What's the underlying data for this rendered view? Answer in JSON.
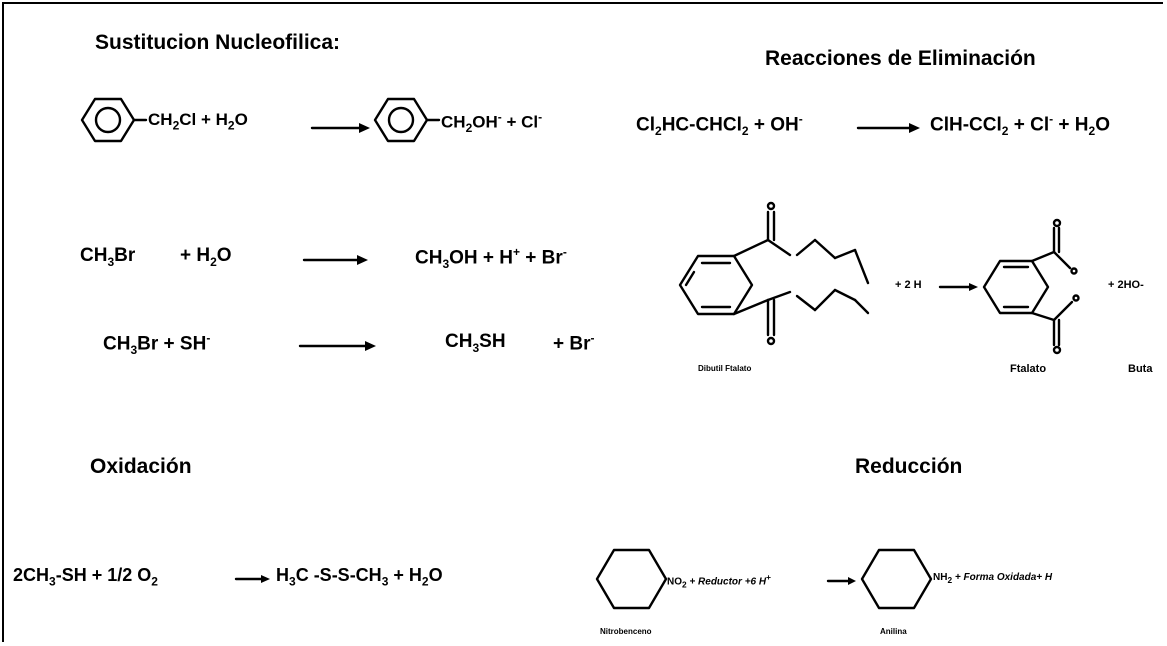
{
  "sections": {
    "sustitucion": "Sustitucion Nucleofilica:",
    "eliminacion": "Reacciones de Eliminación",
    "oxidacion": "Oxidación",
    "reduccion": "Reducción"
  },
  "sustitucion_eqs": {
    "r1": {
      "left_a": "CH",
      "left_a_sub": "2",
      "left_b": "Cl + H",
      "left_b_sub": "2",
      "left_c": "O",
      "prod_a": "CH",
      "prod_a_sub": "2",
      "prod_b": "OH",
      "prod_b_sup": "-",
      "prod_c": " + Cl",
      "prod_c_sup": "-"
    },
    "r2": {
      "a": "CH",
      "a_sub": "3",
      "b": "Br",
      "c": "+ H",
      "c_sub": "2",
      "d": "O",
      "e": "CH",
      "e_sub": "3",
      "f": "OH + H",
      "f_sup": "+",
      "g": " + Br",
      "g_sup": "-"
    },
    "r3": {
      "a": "CH",
      "a_sub": "3",
      "b": "Br + SH",
      "b_sup": "-",
      "c": "CH",
      "c_sub": "3",
      "d": "SH",
      "e": "+ Br",
      "e_sup": "-"
    }
  },
  "eliminacion_eqs": {
    "r1": {
      "a": "Cl",
      "a_sub": "2",
      "b": "HC-CHCl",
      "b_sub": "2",
      "c": " + OH",
      "c_sup": "-",
      "d": "ClH-CCl",
      "d_sub": "2",
      "e": " + Cl",
      "e_sup": "-",
      "f": " + H",
      "f_sub": "2",
      "g": "O"
    },
    "r2": {
      "reagent": "+ 2 H",
      "coproduct": "+ 2HO-",
      "label_reactant": "Dibutil Ftalato",
      "label_product": "Ftalato",
      "label_coproduct": "Buta"
    }
  },
  "oxidacion_eq": {
    "a": "2CH",
    "a_sub": "3",
    "b": "-SH + 1/2 O",
    "b_sub": "2",
    "c": "H",
    "c_sub": "3",
    "d": "C -S-S-CH",
    "d_sub": "3",
    "e": " + H",
    "e_sub": "2",
    "f": "O"
  },
  "reduccion_eq": {
    "nitro": "NO",
    "nitro_sub": "2",
    "reagents": " + Reductor +6 H",
    "reagents_sup": "+",
    "amine": "NH",
    "amine_sub": "2",
    "products": " + Forma Oxidada+ H",
    "label_reactant": "Nitrobenceno",
    "label_product": "Anilina"
  }
}
